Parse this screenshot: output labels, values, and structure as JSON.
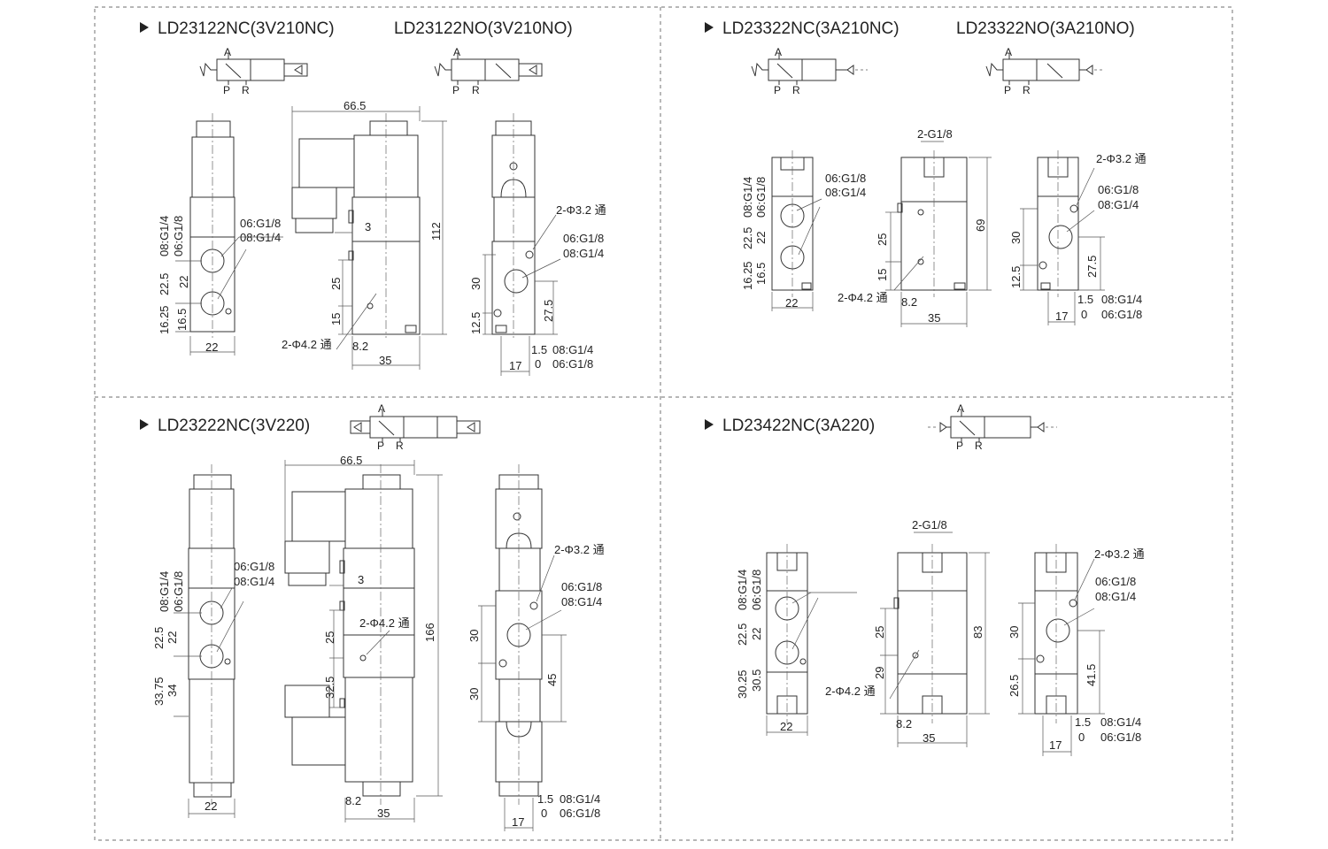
{
  "panels": {
    "p1": {
      "title_nc": "LD23122NC(3V210NC)",
      "title_no": "LD23122NO(3V210NO)",
      "sym": {
        "a": "A",
        "p": "P",
        "r": "R"
      },
      "dims": {
        "d665": "66.5",
        "d112": "112",
        "d3": "3",
        "d25": "25",
        "d15": "15",
        "d22": "22",
        "d225": "22.5",
        "d1625": "16.25",
        "d165": "16.5",
        "d22w": "22",
        "d82": "8.2",
        "d35": "35",
        "d30": "30",
        "d125": "12.5",
        "d275": "27.5",
        "d17": "17",
        "d15b": "1.5",
        "d0": "0",
        "port1a": "06:G1/8",
        "port1b": "08:G1/4",
        "rot1": "08:G1/4",
        "rot2": "06:G1/8",
        "holes42": "2-Φ4.2 通",
        "holes32": "2-Φ3.2 通",
        "sport1": "06:G1/8",
        "sport2": "08:G1/4",
        "bport1": "08:G1/4",
        "bport2": "06:G1/8"
      }
    },
    "p2": {
      "title_nc": "LD23322NC(3A210NC)",
      "title_no": "LD23322NO(3A210NO)",
      "sym": {
        "a": "A",
        "p": "P",
        "r": "R"
      },
      "dims": {
        "g18": "2-G1/8",
        "d69": "69",
        "d25": "25",
        "d15": "15",
        "d82": "8.2",
        "d35": "35",
        "d22": "22",
        "d225": "22.5",
        "d1625": "16.25",
        "d165": "16.5",
        "d22w": "22",
        "d30": "30",
        "d125": "12.5",
        "d275": "27.5",
        "d17": "17",
        "d15b": "1.5",
        "d0": "0",
        "rot1": "08:G1/4",
        "rot2": "06:G1/8",
        "port1a": "06:G1/8",
        "port1b": "08:G1/4",
        "holes42": "2-Φ4.2 通",
        "holes32": "2-Φ3.2 通",
        "sport1": "06:G1/8",
        "sport2": "08:G1/4",
        "bport1": "08:G1/4",
        "bport2": "06:G1/8"
      }
    },
    "p3": {
      "title": "LD23222NC(3V220)",
      "sym": {
        "a": "A",
        "p": "P",
        "r": "R"
      },
      "dims": {
        "d665": "66.5",
        "d166": "166",
        "d3": "3",
        "d25": "25",
        "d325": "32.5",
        "d22": "22",
        "d225": "22.5",
        "d3375": "33.75",
        "d34": "34",
        "d22w": "22",
        "d82": "8.2",
        "d35": "35",
        "d30a": "30",
        "d30b": "30",
        "d45": "45",
        "d17": "17",
        "d15b": "1.5",
        "d0": "0",
        "rot1": "08:G1/4",
        "rot2": "06:G1/8",
        "port1a": "06:G1/8",
        "port1b": "08:G1/4",
        "holes42": "2-Φ4.2 通",
        "holes32": "2-Φ3.2 通",
        "sport1": "06:G1/8",
        "sport2": "08:G1/4",
        "bport1": "08:G1/4",
        "bport2": "06:G1/8"
      }
    },
    "p4": {
      "title": "LD23422NC(3A220)",
      "sym": {
        "a": "A",
        "p": "P",
        "r": "R"
      },
      "dims": {
        "g18": "2-G1/8",
        "d83": "83",
        "d25": "25",
        "d29": "29",
        "d82": "8.2",
        "d35": "35",
        "d22": "22",
        "d225": "22.5",
        "d3025": "30.25",
        "d305": "30.5",
        "d22w": "22",
        "d30": "30",
        "d265": "26.5",
        "d415": "41.5",
        "d17": "17",
        "d15b": "1.5",
        "d0": "0",
        "rot1": "08:G1/4",
        "rot2": "06:G1/8",
        "holes42": "2-Φ4.2 通",
        "holes32": "2-Φ3.2 通",
        "sport1": "06:G1/8",
        "sport2": "08:G1/4",
        "bport1": "08:G1/4",
        "bport2": "06:G1/8"
      }
    }
  }
}
